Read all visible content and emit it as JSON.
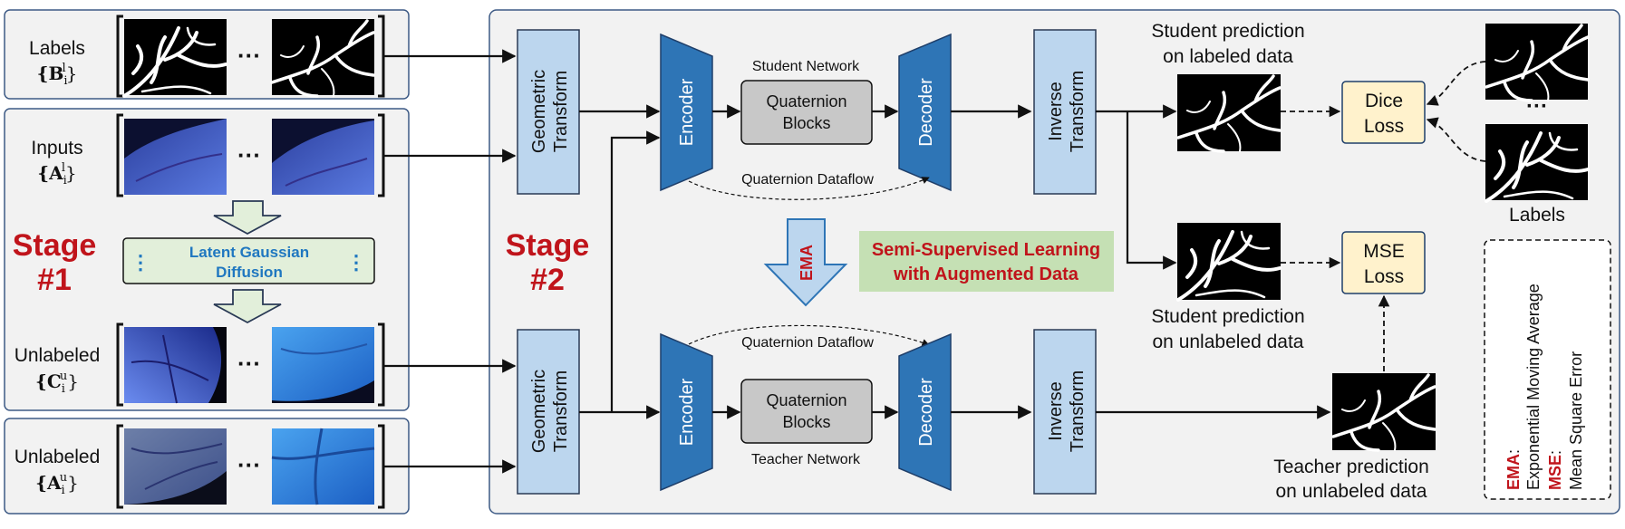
{
  "stage1": {
    "title_line1": "Stage",
    "title_line2": "#1"
  },
  "stage2": {
    "title_line1": "Stage",
    "title_line2": "#2"
  },
  "inputs_panel": {
    "labels_title": "Labels",
    "labels_math": "{B",
    "labels_sup": "l",
    "labels_sub": "i",
    "inputs_title": "Inputs",
    "inputs_math": "{A",
    "inputs_sup": "l",
    "inputs_sub": "i",
    "unlabeled_c_title": "Unlabeled",
    "unlabeled_c_math": "{C",
    "unlabeled_c_sup": "u",
    "unlabeled_c_sub": "i",
    "unlabeled_a_title": "Unlabeled",
    "unlabeled_a_math": "{A",
    "unlabeled_a_sup": "u",
    "unlabeled_a_sub": "i",
    "ellipsis": "···",
    "diffusion_line1": "Latent Gaussian",
    "diffusion_line2": "Diffusion",
    "close_brace": "}"
  },
  "student": {
    "geo_line1": "Geometric",
    "geo_line2": "Transform",
    "encoder": "Encoder",
    "network_label": "Student Network",
    "quat_line1": "Quaternion",
    "quat_line2": "Blocks",
    "dataflow": "Quaternion Dataflow",
    "decoder": "Decoder",
    "inv_line1": "Inverse",
    "inv_line2": "Transform"
  },
  "teacher": {
    "geo_line1": "Geometric",
    "geo_line2": "Transform",
    "encoder": "Encoder",
    "network_label": "Teacher Network",
    "quat_line1": "Quaternion",
    "quat_line2": "Blocks",
    "dataflow": "Quaternion Dataflow",
    "decoder": "Decoder",
    "inv_line1": "Inverse",
    "inv_line2": "Transform"
  },
  "ema_arrow_label": "EMA",
  "ssl_banner": {
    "line1": "Semi-Supervised Learning",
    "line2": "with Augmented Data"
  },
  "predictions": {
    "student_labeled_line1": "Student prediction",
    "student_labeled_line2": "on labeled data",
    "student_unlabeled_line1": "Student prediction",
    "student_unlabeled_line2": "on unlabeled data",
    "teacher_unlabeled_line1": "Teacher prediction",
    "teacher_unlabeled_line2": "on unlabeled data"
  },
  "losses": {
    "dice_line1": "Dice",
    "dice_line2": "Loss",
    "mse_line1": "MSE",
    "mse_line2": "Loss"
  },
  "right_labels": {
    "ellipsis": "···",
    "caption": "Labels"
  },
  "legend": {
    "ema_key": "EMA",
    "ema_desc": "Exponential Moving Average",
    "mse_key": "MSE",
    "mse_desc": "Mean Square Error",
    "separator": ":"
  },
  "colors": {
    "panel_fill": "#f2f2f2",
    "panel_border": "#3d5a85",
    "light_blue_box": "#bcd6ee",
    "network_blue": "#2e75b6",
    "gray_block": "#c8c8c8",
    "loss_fill": "#fff2cc",
    "diffusion_fill": "#e2efda",
    "diffusion_text": "#1f77c0",
    "ssl_fill": "#c5e0b4",
    "stage_red": "#c0141b",
    "vessel_white": "#ffffff",
    "mask_black": "#000000"
  }
}
